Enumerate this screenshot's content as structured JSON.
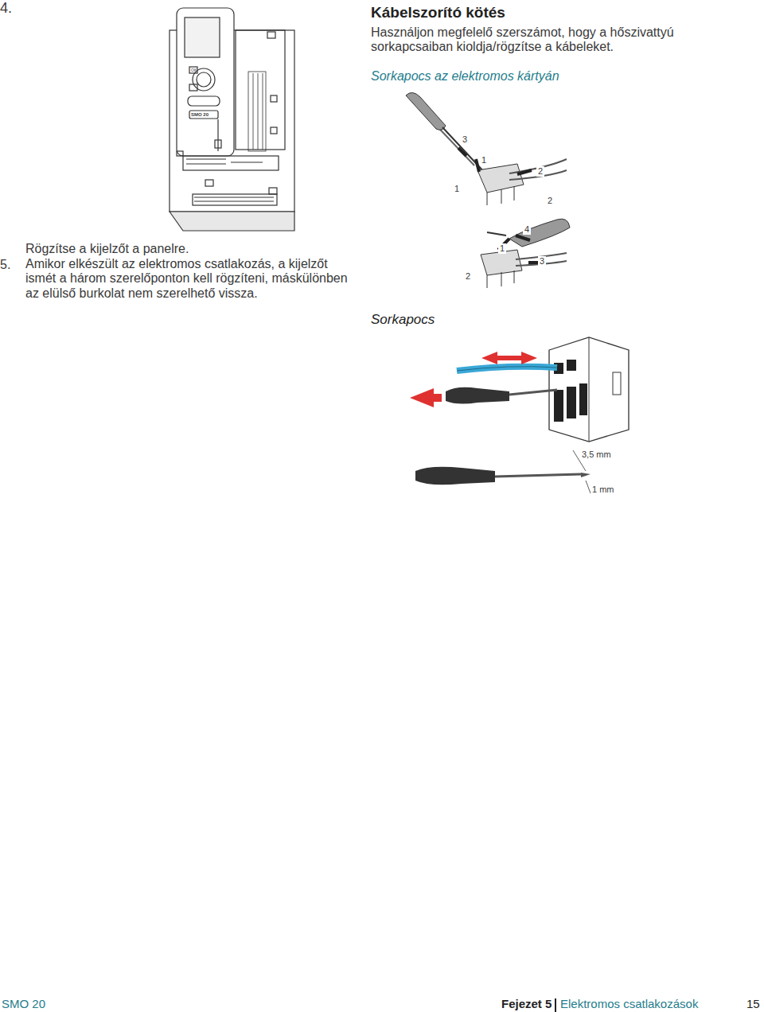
{
  "diagram": {
    "title": "Kábelszorító kötés",
    "labels": [
      "4.",
      "Rögzítse a kijelzőt a panelre.",
      "5.",
      "Amikor elkészült az elektromos csatlakozás, a kijelzőt ismét a három szerelőponton kell rögzíteni, máskülönben az elülső burkolat nem szerelhető vissza.",
      "Használjon megfelelő szerszámot, hogy a hőszivattyú sorkapcsaiban kioldja/rögzítse a kábeleket.",
      "Sorkapocs az elektromos kártyán",
      "3",
      "1",
      "2",
      "1",
      "2",
      "4",
      "1",
      "3",
      "2",
      "Sorkapocs",
      "3,5 mm",
      "1 mm",
      "OK",
      "SMO 20",
      "SMO 20",
      "Fejezet 5",
      "Elektromos csatlakozások",
      "15"
    ]
  }
}
